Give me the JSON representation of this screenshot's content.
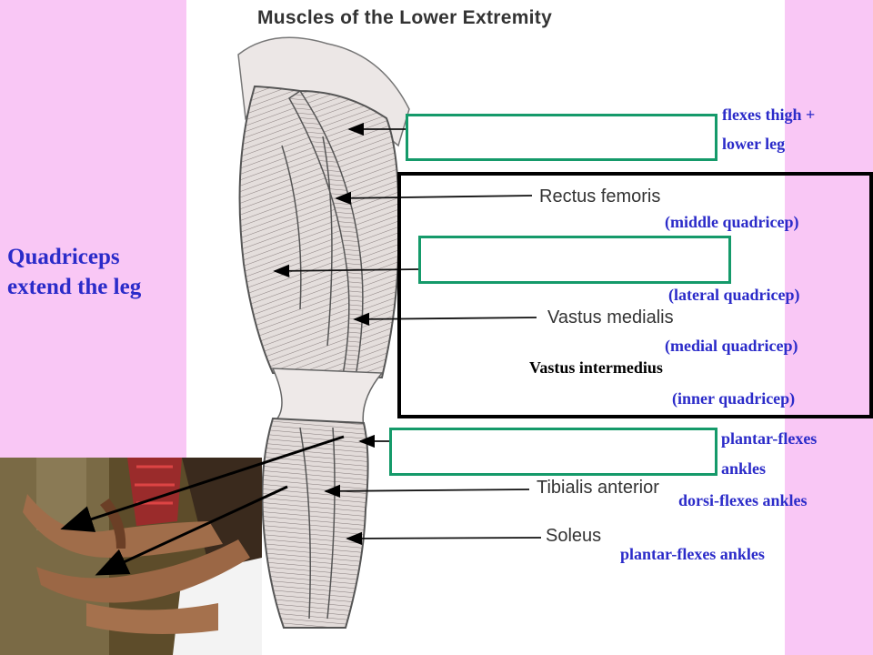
{
  "title": "Muscles of the Lower Extremity",
  "side_note": {
    "line1": "Quadriceps",
    "line2": "extend the leg"
  },
  "diagram_labels": {
    "rectus_femoris": "Rectus femoris",
    "vastus_medialis": "Vastus medialis",
    "tibialis_anterior": "Tibialis anterior",
    "soleus": "Soleus"
  },
  "annotations": {
    "sartorius_action_1": "flexes thigh +",
    "sartorius_action_2": "lower leg",
    "rectus_femoris_role": "(middle quadricep)",
    "vastus_lateralis_role": "(lateral quadricep)",
    "vastus_medialis_role": "(medial quadricep)",
    "vastus_intermedius": "Vastus intermedius",
    "vastus_intermedius_role": "(inner quadricep)",
    "gastrocnemius_action_1": "plantar-flexes",
    "gastrocnemius_action_2": "ankles",
    "tibialis_action": "dorsi-flexes ankles",
    "soleus_action": "plantar-flexes ankles"
  },
  "colors": {
    "background": "#f9c7f5",
    "annotation_text": "#2b2bc9",
    "label_box_border": "#159a6a",
    "quad_box_border": "#000000"
  }
}
